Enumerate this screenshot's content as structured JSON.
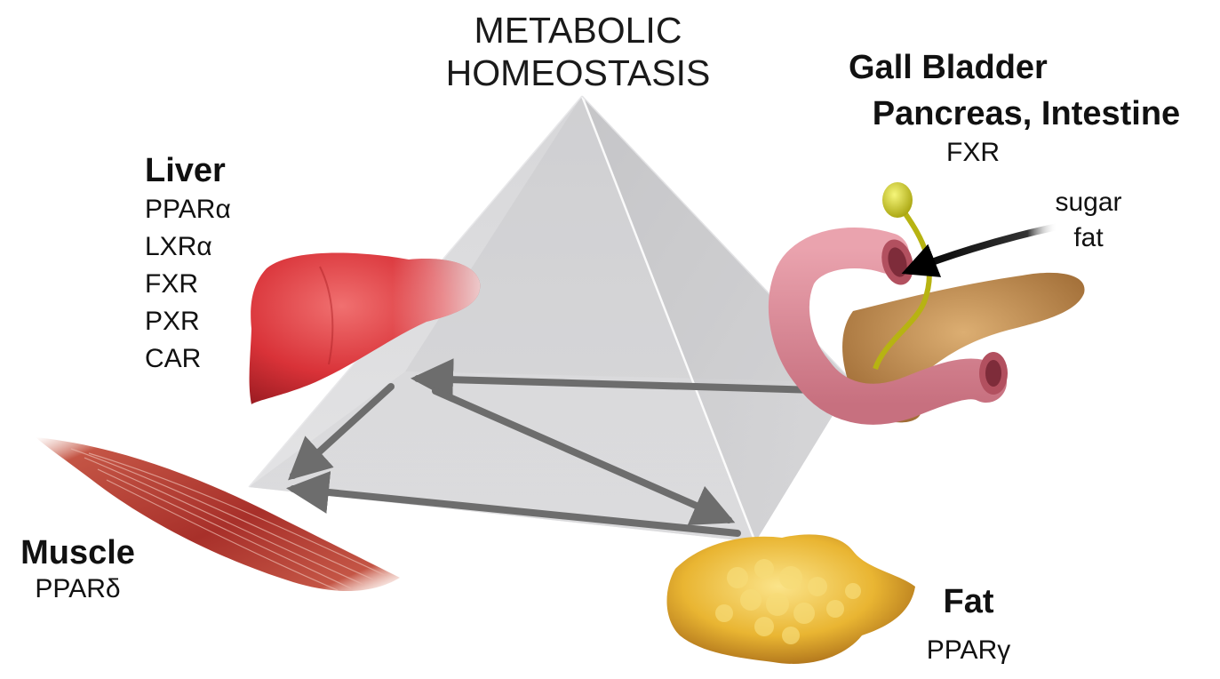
{
  "title": {
    "line1": "METABOLIC",
    "line2": "HOMEOSTASIS"
  },
  "liver": {
    "name": "Liver",
    "receptors": [
      "PPARα",
      "LXRα",
      "FXR",
      "PXR",
      "CAR"
    ]
  },
  "gallbladder": {
    "name_line1": "Gall Bladder",
    "name_line2": "Pancreas, Intestine",
    "receptor": "FXR"
  },
  "intake": {
    "line1": "sugar",
    "line2": "fat"
  },
  "muscle": {
    "name": "Muscle",
    "receptor": "PPARδ"
  },
  "fat": {
    "name": "Fat",
    "receptor": "PPARγ"
  },
  "colors": {
    "liver": "#d9363c",
    "intestine": "#d98a96",
    "pancreas": "#c48a4a",
    "gallbladder": "#d4d418",
    "muscle": "#b0352a",
    "fat": "#e0a52a",
    "pyramid": "#cfcfd2",
    "arrow": "#6d6d6d"
  }
}
